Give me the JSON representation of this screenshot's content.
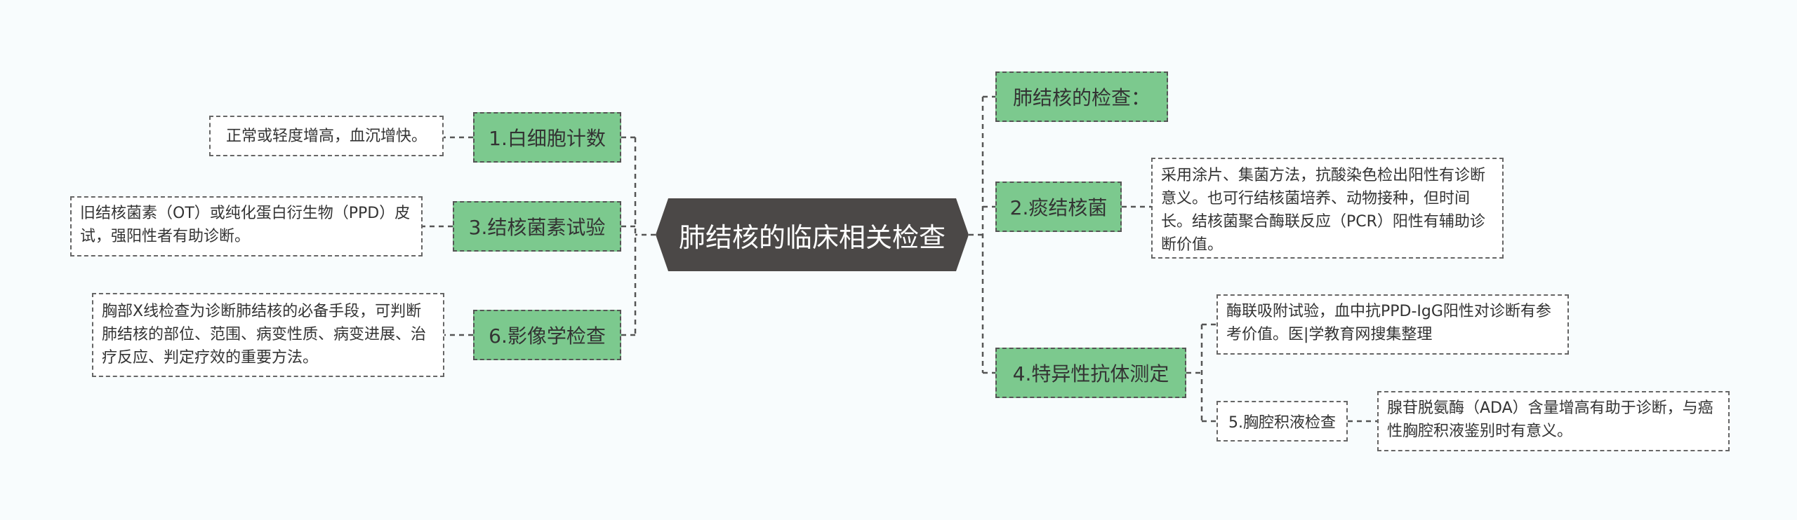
{
  "central": "肺结核的临床相关检查",
  "left": [
    {
      "label": "1.白细胞计数",
      "note": "正常或轻度增高，血沉增快。"
    },
    {
      "label": "3.结核菌素试验",
      "note": "旧结核菌素（OT）或纯化蛋白衍生物（PPD）皮试，强阳性者有助诊断。"
    },
    {
      "label": "6.影像学检查",
      "note": "胸部X线检查为诊断肺结核的必备手段，可判断肺结核的部位、范围、病变性质、病变进展、治疗反应、判定疗效的重要方法。"
    }
  ],
  "right": [
    {
      "label": "肺结核的检查："
    },
    {
      "label": "2.痰结核菌",
      "note": "采用涂片、集菌方法，抗酸染色检出阳性有诊断意义。也可行结核菌培养、动物接种，但时间长。结核菌聚合酶联反应（PCR）阳性有辅助诊断价值。"
    },
    {
      "label": "4.特异性抗体测定",
      "note": "酶联吸附试验，血中抗PPD-IgG阳性对诊断有参考价值。医|学教育网搜集整理",
      "child": {
        "label": "5.胸腔积液检查",
        "note": "腺苷脱氨酶（ADA）含量增高有助于诊断，与癌性胸腔积液鉴别时有意义。"
      }
    }
  ]
}
